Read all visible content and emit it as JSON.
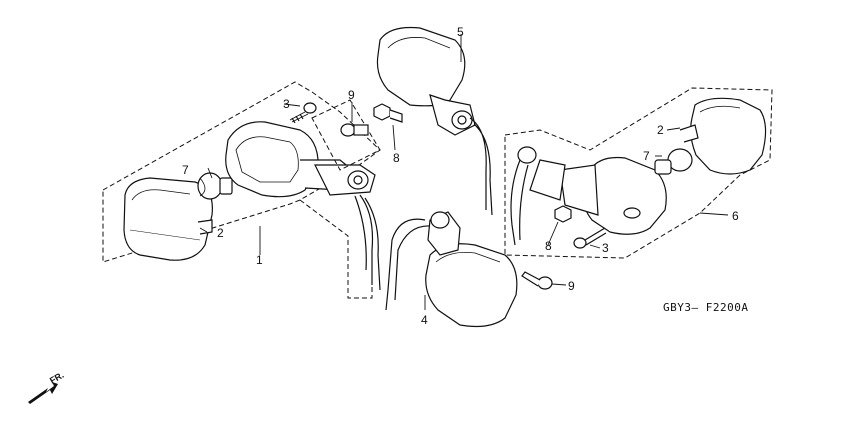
{
  "diagram": {
    "callouts": [
      "1",
      "2",
      "3",
      "4",
      "5",
      "6",
      "7",
      "8",
      "9"
    ],
    "labels": {
      "c1": "1",
      "c2a": "2",
      "c2b": "2",
      "c3a": "3",
      "c3b": "3",
      "c4": "4",
      "c5": "5",
      "c6": "6",
      "c7a": "7",
      "c7b": "7",
      "c8a": "8",
      "c8b": "8",
      "c9a": "9",
      "c9b": "9"
    },
    "drawing_code": "GBY3– F2200A",
    "direction_label": "FR."
  }
}
